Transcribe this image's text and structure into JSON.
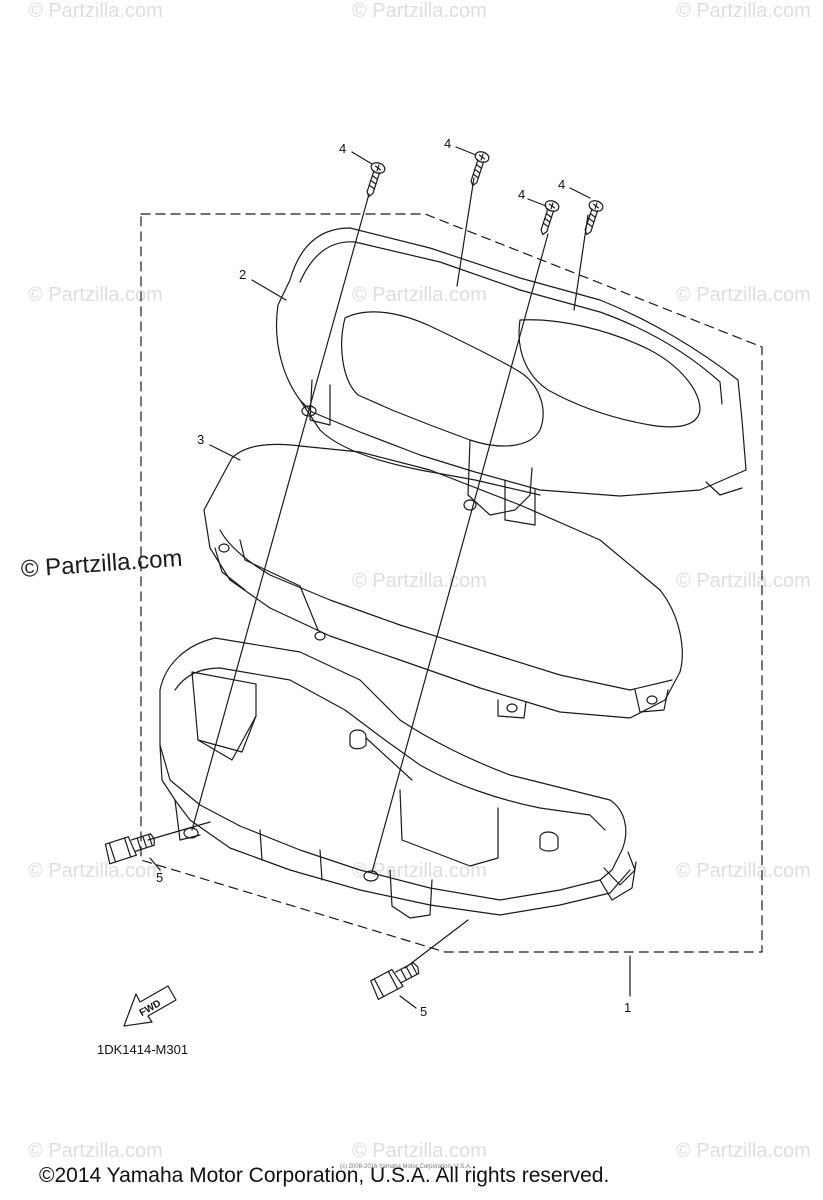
{
  "watermark": {
    "text": "© Partzilla.com",
    "featured": "© Partzilla.com"
  },
  "callouts": {
    "c1": "1",
    "c2": "2",
    "c3": "3",
    "c4": "4",
    "c5": "5"
  },
  "fwd_label": "FWD",
  "diagram_code": "1DK1414-M301",
  "fine_print": "(c) 2008-2016 Yamaha Motor Corporation, U.S.A.",
  "copyright": "©2014 Yamaha Motor Corporation, U.S.A. All rights reserved.",
  "colors": {
    "line": "#1a1a1a",
    "watermark": "#dedede",
    "background": "#ffffff"
  }
}
